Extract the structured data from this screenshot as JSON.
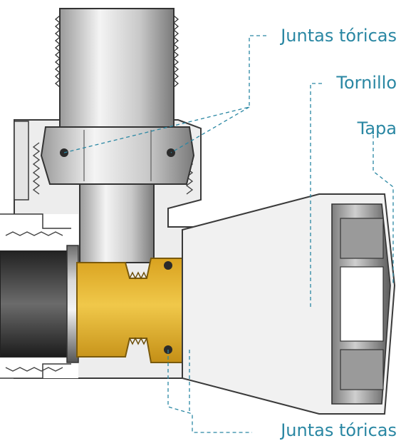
{
  "labels": {
    "juntas_top": "Juntas tóricas",
    "tornillo": "Tornillo",
    "tapa": "Tapa",
    "juntas_bottom": "Juntas tóricas"
  },
  "colors": {
    "leader_line": "#2a87a3",
    "label_text": "#2a87a3",
    "brass": "#e3b22f",
    "steel_light": "#e6e6e6",
    "steel_dark": "#8a8a8a",
    "screw": "#f4ecd0",
    "oring": "#2b2b2b"
  }
}
